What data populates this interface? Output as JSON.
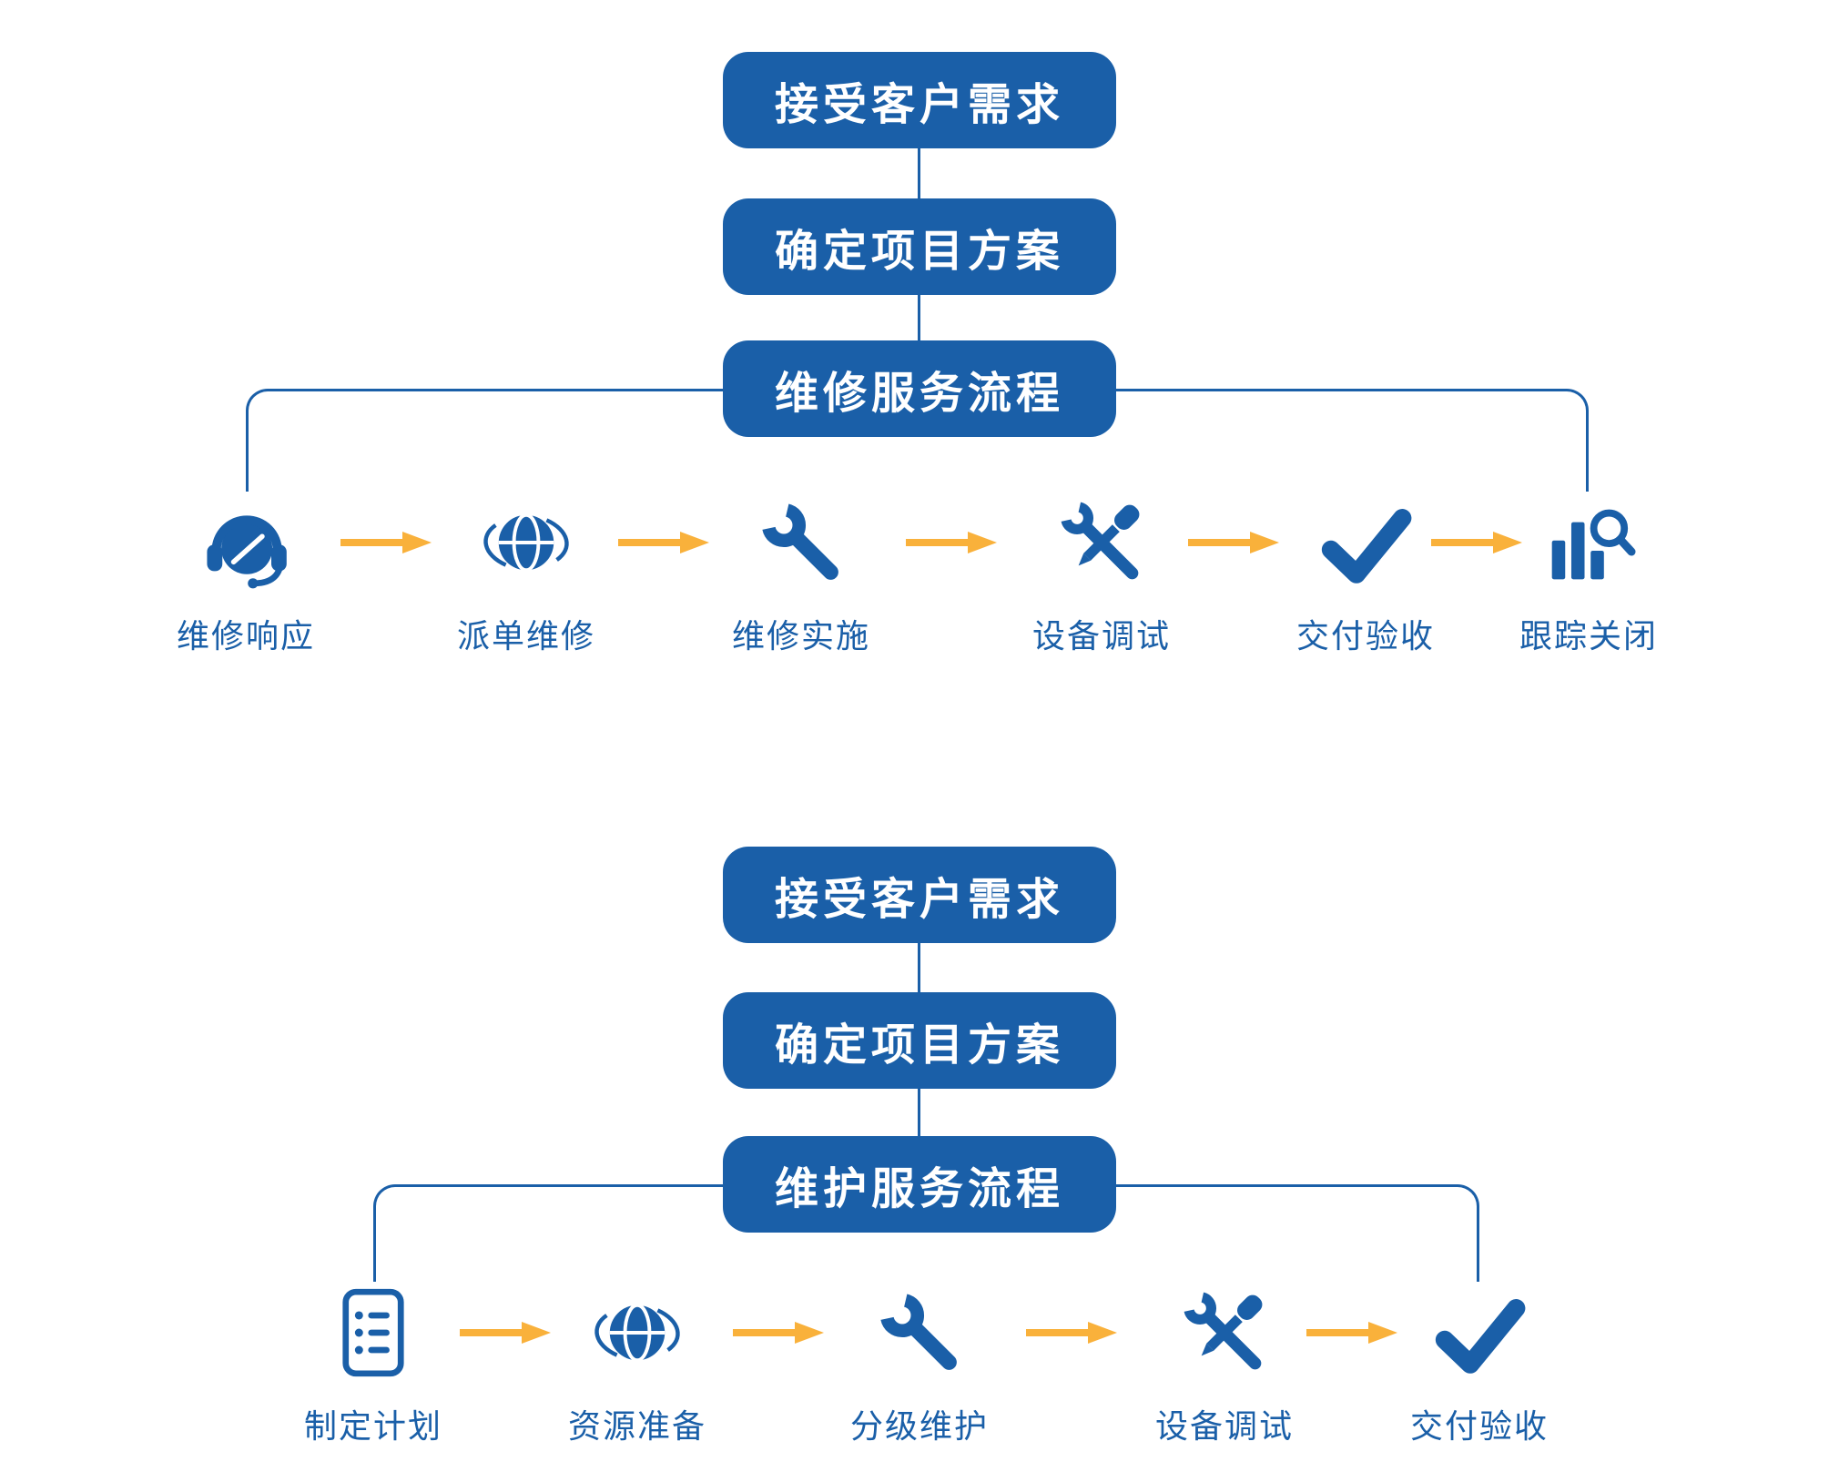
{
  "colors": {
    "primary": "#1A5FA8",
    "arrow": "#F9B13B",
    "box_bg": "#1A5FA8",
    "box_text": "#FFFFFF",
    "label_text": "#1A5FA8"
  },
  "flows": [
    {
      "name": "repair-service-flow",
      "boxes": [
        {
          "label": "接受客户需求"
        },
        {
          "label": "确定项目方案"
        },
        {
          "label": "维修服务流程"
        }
      ],
      "steps": [
        {
          "label": "维修响应",
          "icon": "headset-icon"
        },
        {
          "label": "派单维修",
          "icon": "globe-icon"
        },
        {
          "label": "维修实施",
          "icon": "wrench-icon"
        },
        {
          "label": "设备调试",
          "icon": "crossed-tools-icon"
        },
        {
          "label": "交付验收",
          "icon": "checkmark-icon"
        },
        {
          "label": "跟踪关闭",
          "icon": "chart-magnifier-icon"
        }
      ]
    },
    {
      "name": "maintenance-service-flow",
      "boxes": [
        {
          "label": "接受客户需求"
        },
        {
          "label": "确定项目方案"
        },
        {
          "label": "维护服务流程"
        }
      ],
      "steps": [
        {
          "label": "制定计划",
          "icon": "checklist-icon"
        },
        {
          "label": "资源准备",
          "icon": "globe-icon"
        },
        {
          "label": "分级维护",
          "icon": "wrench-icon"
        },
        {
          "label": "设备调试",
          "icon": "crossed-tools-icon"
        },
        {
          "label": "交付验收",
          "icon": "checkmark-icon"
        }
      ]
    }
  ]
}
